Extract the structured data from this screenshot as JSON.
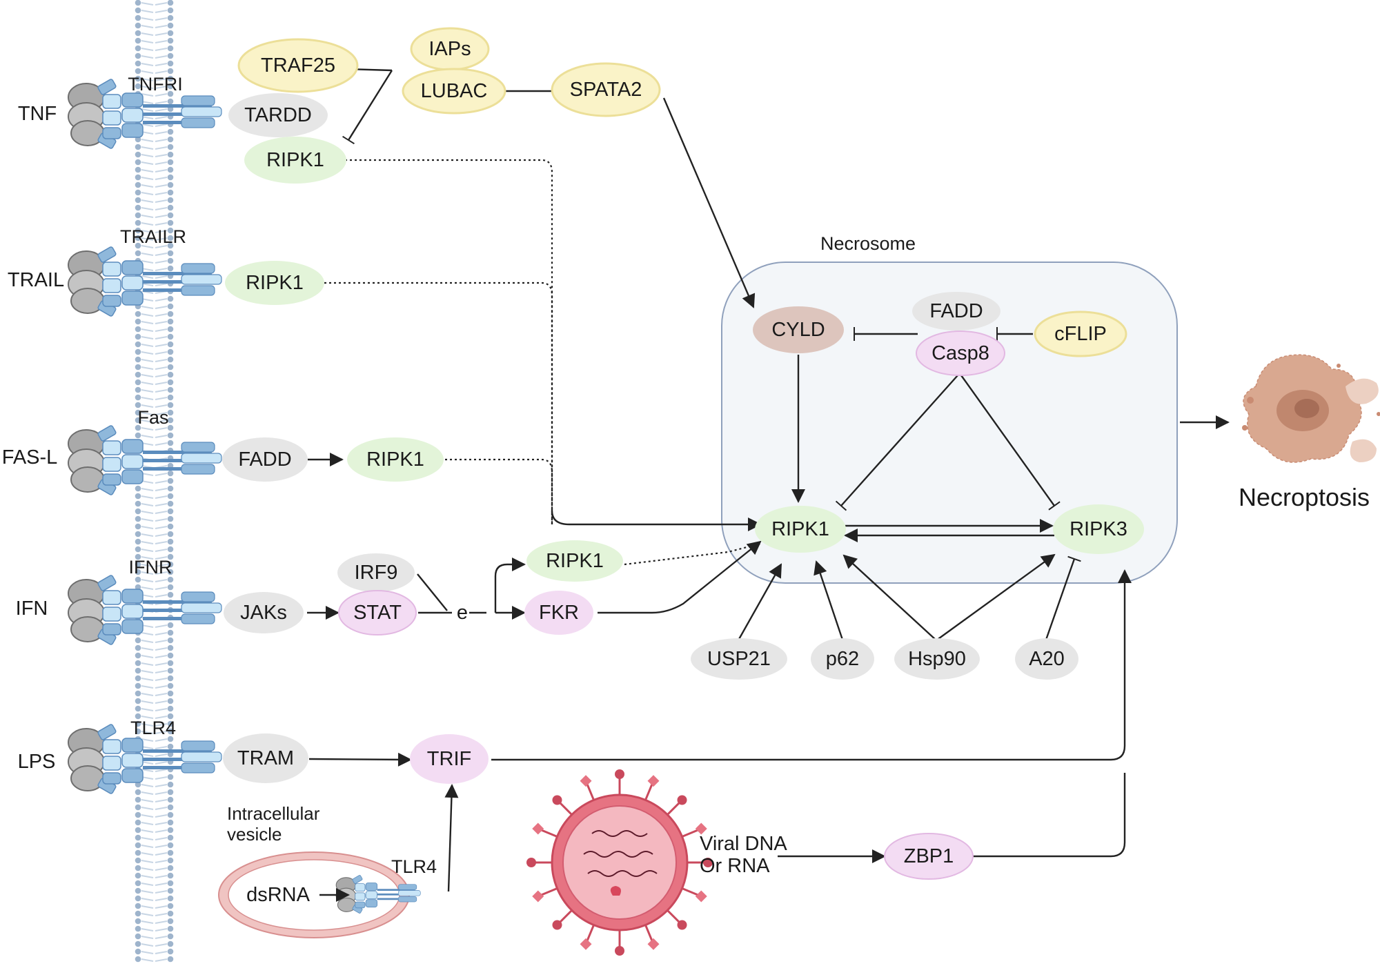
{
  "ligands": {
    "tnf": "TNF",
    "trail": "TRAIL",
    "fasl": "FAS-L",
    "ifn": "IFN",
    "lps": "LPS"
  },
  "receptors": {
    "tnfri": "TNFRI",
    "trailr": "TRAILR",
    "fas": "Fas",
    "ifnr": "IFNR",
    "tlr4": "TLR4",
    "tlr4_vesicle": "TLR4"
  },
  "nodes": {
    "traf25": "TRAF25",
    "iaps": "IAPs",
    "lubac": "LUBAC",
    "spata2": "SPATA2",
    "tardd": "TARDD",
    "ripk1_tnf": "RIPK1",
    "ripk1_trail": "RIPK1",
    "fadd_fas": "FADD",
    "ripk1_fas": "RIPK1",
    "irf9": "IRF9",
    "jaks": "JAKs",
    "stat": "STAT",
    "e": "e",
    "ripk1_ifn": "RIPK1",
    "fkr": "FKR",
    "tram": "TRAM",
    "trif": "TRIF",
    "dsrna": "dsRNA",
    "zbp1": "ZBP1",
    "usp21": "USP21",
    "p62": "p62",
    "hsp90": "Hsp90",
    "a20": "A20"
  },
  "necrosome": {
    "title": "Necrosome",
    "cyld": "CYLD",
    "fadd": "FADD",
    "casp8": "Casp8",
    "cflip": "cFLIP",
    "ripk1": "RIPK1",
    "ripk3": "RIPK3"
  },
  "labels": {
    "vesicle_line1": "Intracellular",
    "vesicle_line2": "vesicle",
    "viral_line1": "Viral DNA",
    "viral_line2": "Or RNA",
    "outcome": "Necroptosis"
  },
  "colors": {
    "yellow_fill": "#faf3c8",
    "yellow_stroke": "#ecdf98",
    "green_fill": "#e3f4d9",
    "grey_fill": "#e6e6e6",
    "pink_fill": "#f3dcf3",
    "pink_stroke": "#e2b8e2",
    "brown_fill": "#ddc5bd",
    "necrosome_fill": "#f3f6f9",
    "necrosome_stroke": "#8fa0bc",
    "membrane": "#9eb4cc",
    "receptor_blue": "#8fb8db",
    "receptor_light": "#c8e5f7",
    "virus": "#e67382",
    "cell_debris": "#d9a890"
  }
}
